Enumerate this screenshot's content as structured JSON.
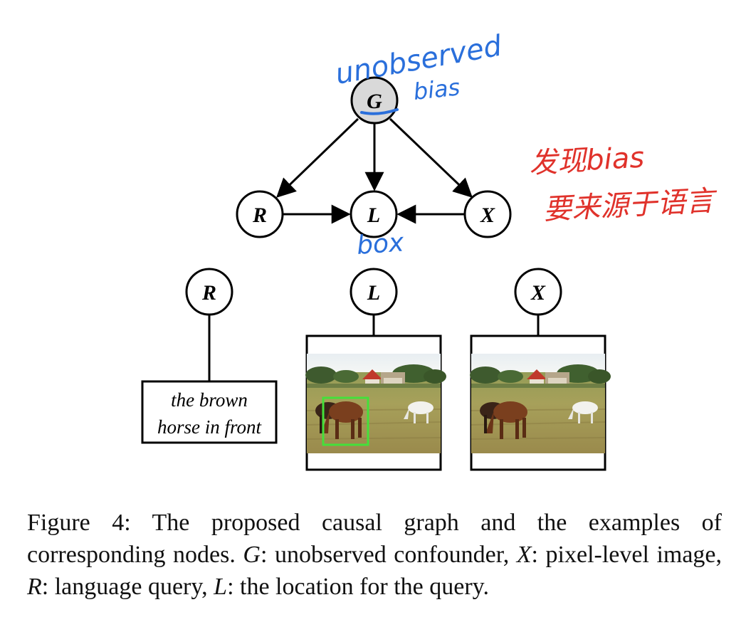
{
  "nodes": {
    "G": "G",
    "R": "R",
    "L": "L",
    "X": "X"
  },
  "example_nodes": {
    "R": "R",
    "L": "L",
    "X": "X"
  },
  "query_text": {
    "line1": "the brown",
    "line2": "horse in front"
  },
  "handwritten": {
    "unobserved": "unobserved",
    "bias": "bias",
    "box": "box",
    "chinese_line1": "发现bias",
    "chinese_line2": "要来源于语言"
  },
  "caption": {
    "prefix": "Figure 4: The proposed causal graph and the examples of corresponding nodes.",
    "g_sym": "G",
    "g_desc": ": unobserved confounder,",
    "x_sym": "X",
    "x_desc": ": pixel-level image,",
    "r_sym": "R",
    "r_desc": ": language query,",
    "l_sym": "L",
    "l_desc": ": the location for the query."
  },
  "colors": {
    "ink": "#000000",
    "confounder_fill": "#d9d9d9",
    "annotation_blue": "#2a6fdb",
    "annotation_red": "#e0322b",
    "bbox_green": "#44e03a"
  }
}
